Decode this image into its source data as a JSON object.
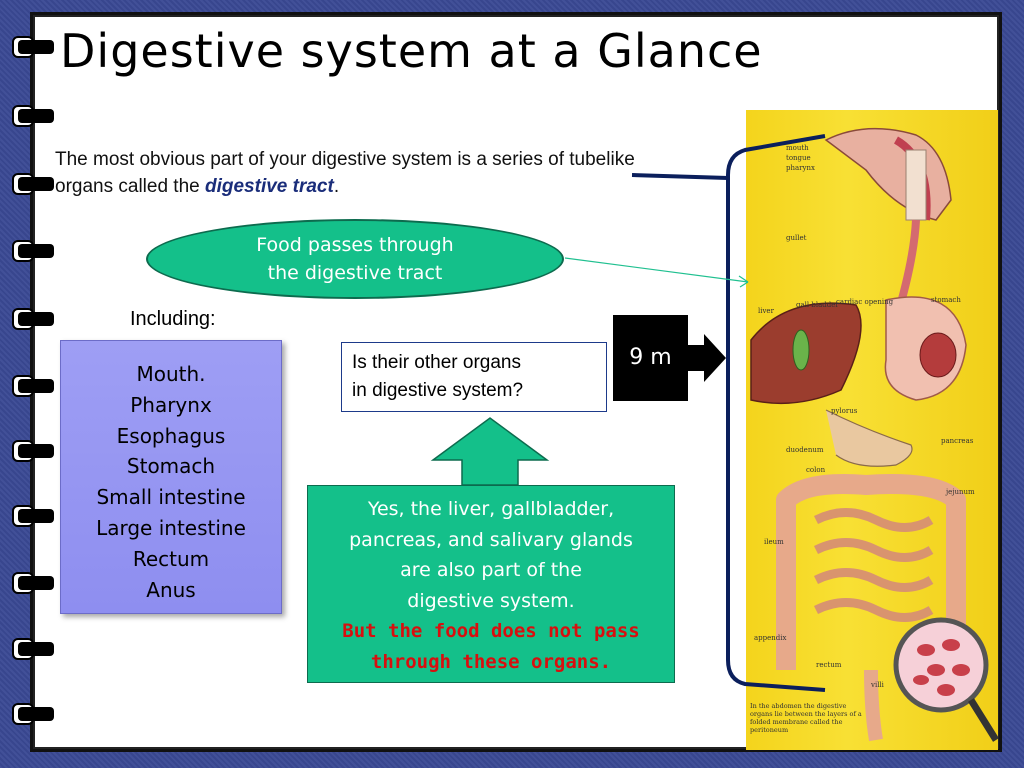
{
  "slide": {
    "title": "Digestive system at a Glance",
    "intro_part1": "The most obvious part of your digestive system is a series of tubelike organs called the ",
    "intro_emphasis": "digestive tract",
    "intro_end": ".",
    "oval_text_line1": "Food passes through",
    "oval_text_line2": "the digestive tract",
    "including_label": "Including:",
    "organs": [
      "Mouth.",
      "Pharynx",
      "Esophagus",
      "Stomach",
      "Small intestine",
      "Large intestine",
      "Rectum",
      "Anus"
    ],
    "question_line1": "Is their other organs",
    "question_line2": "in digestive system?",
    "length_label": "9 m",
    "answer_line1": "Yes, the liver, gallbladder,",
    "answer_line2": "pancreas, and salivary glands",
    "answer_line3": "are also part of the",
    "answer_line4": "digestive system.",
    "answer_warning_line1": "But the food does not pass",
    "answer_warning_line2": "through these organs."
  },
  "anatomy_labels": [
    "mouth",
    "tongue",
    "pharynx",
    "gullet",
    "liver",
    "gall bladder",
    "cardiac opening",
    "stomach",
    "pylorus",
    "duodenum",
    "pancreas",
    "colon",
    "jejunum",
    "ileum",
    "appendix",
    "rectum",
    "villi"
  ],
  "anatomy_caption": "In the abdomen the digestive organs lie between the layers of a folded membrane called the peritoneum",
  "colors": {
    "frame": "#3a4994",
    "green_accent": "#14c08a",
    "organ_box": "#9e9ef4",
    "emphasis": "#1a2d7a",
    "warning": "#d80f0f",
    "bracket": "#0b1f5c"
  }
}
